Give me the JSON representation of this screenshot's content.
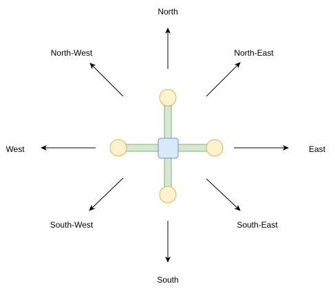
{
  "labels": {
    "north": "North",
    "north_east": "North-East",
    "east": "East",
    "south_east": "South-East",
    "south": "South",
    "south_west": "South-West",
    "west": "West",
    "north_west": "North-West"
  },
  "colors": {
    "arm_fill": "#d5e8d4",
    "arm_stroke": "#82b366",
    "knob_fill": "#fff2cc",
    "knob_stroke": "#d6b656",
    "center_fill": "#dae8fc",
    "center_stroke": "#6c8ebf",
    "arrow": "#000000"
  }
}
